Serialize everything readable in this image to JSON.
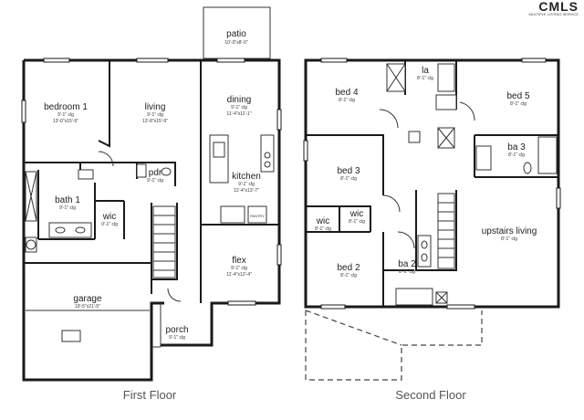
{
  "logo": {
    "text": "CMLS",
    "sub": "MULTIPLE LISTING SERVICE"
  },
  "captions": {
    "first": "First Floor",
    "second": "Second Floor"
  },
  "first_floor": {
    "patio": {
      "name": "patio",
      "dims": "10'-0\"x8'-0\""
    },
    "bedroom1": {
      "name": "bedroom 1",
      "clg": "9'-1\" clg",
      "dims": "13'-0\"x15'-9\""
    },
    "living": {
      "name": "living",
      "clg": "9'-1\" clg",
      "dims": "13'-8\"x15'-9\""
    },
    "dining": {
      "name": "dining",
      "clg": "9'-1\" clg",
      "dims": "11'-4\"x11'-1\""
    },
    "kitchen": {
      "name": "kitchen",
      "clg": "9'-1\" clg",
      "dims": "11'-4\"x13'-7\""
    },
    "pantry": {
      "name": "PANTRY"
    },
    "pdr": {
      "name": "pdr",
      "clg": "9'-1\" clg"
    },
    "bath1": {
      "name": "bath 1",
      "clg": "9'-1\" clg"
    },
    "wic": {
      "name": "wic",
      "clg": "9'-1\" clg"
    },
    "flex": {
      "name": "flex",
      "clg": "9'-1\" clg",
      "dims": "11'-4\"x12'-4\""
    },
    "garage": {
      "name": "garage",
      "dims": "19'-5\"x21'-5\""
    },
    "porch": {
      "name": "porch",
      "clg": "9'-1\" clg"
    }
  },
  "second_floor": {
    "la": {
      "name": "la",
      "clg": "8'-1\" clg"
    },
    "bed4": {
      "name": "bed 4",
      "clg": "8'-1\" clg"
    },
    "bed5": {
      "name": "bed 5",
      "clg": "8'-1\" clg"
    },
    "ba3": {
      "name": "ba 3",
      "clg": "8'-1\" clg"
    },
    "bed3": {
      "name": "bed 3",
      "clg": "8'-1\" clg"
    },
    "wic_a": {
      "name": "wic",
      "clg": "8'-1\" clg"
    },
    "wic_b": {
      "name": "wic",
      "clg": "8'-1\" clg"
    },
    "upstairs_living": {
      "name": "upstairs living",
      "clg": "8'-1\" clg"
    },
    "ba2": {
      "name": "ba 2",
      "clg": "8'-1\" clg"
    },
    "bed2": {
      "name": "bed 2",
      "clg": "8'-1\" clg"
    }
  }
}
